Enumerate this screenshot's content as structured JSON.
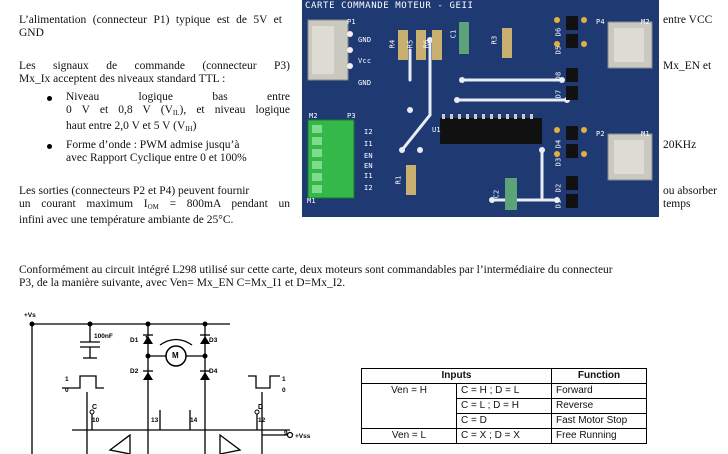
{
  "left_text": {
    "p1": "L’alimentation (connecteur P1) typique est de 5V et GND",
    "p2_line1": "Les signaux de commande (connecteur P3)",
    "p2_line2": "Mx_Ix acceptent des niveaux standard TTL :",
    "bullet1_a": "Niveau logique bas entre",
    "bullet1_b_pre": "0 V et 0,8 V (V",
    "bullet1_b_sub": "IL",
    "bullet1_b_post": "), et niveau logique",
    "bullet1_c_pre": "haut entre 2,0 V et 5 V (V",
    "bullet1_c_sub": "IH",
    "bullet1_c_post": ")",
    "bullet2_a": "Forme d’onde : PWM admise jusqu’à",
    "bullet2_b": "avec Rapport Cyclique entre 0 et 100%",
    "p3_line1": "Les sorties (connecteurs P2 et P4) peuvent fournir",
    "p3_line2_pre": "un courant maximum I",
    "p3_line2_sub": "OM",
    "p3_line2_post": " = 800mA pendant un",
    "p3_line3": "infini avec une température ambiante de 25°C."
  },
  "right_text": {
    "r1": "entre VCC",
    "r2": "Mx_EN et",
    "r3": "20KHz",
    "r4": "ou absorber",
    "r5": "temps"
  },
  "paragraph": {
    "line1": "Conformément au circuit intégré L298 utilisé sur cette carte, deux moteurs sont commandables par l’intermédiaire du connecteur",
    "line2": "P3, de la manière suivante, avec Ven= Mx_EN C=Mx_I1 et D=Mx_I2."
  },
  "pcb": {
    "title": "CARTE COMMANDE MOTEUR - GEII",
    "labels": {
      "p1": "P1",
      "gnd1": "GND",
      "vcc": "Vcc",
      "gnd2": "GND",
      "r4": "R4",
      "r5": "R5",
      "r6": "R6",
      "c1": "C1",
      "r3": "R3",
      "d6": "D6",
      "d5": "D5",
      "d8": "D8",
      "d7": "D7",
      "p4": "P4",
      "m2a": "M2",
      "m2b": "M2",
      "p3": "P3",
      "i2a": "I2",
      "i1a": "I1",
      "en1": "EN",
      "en2": "EN",
      "i1b": "I1",
      "i2b": "I2",
      "m1a": "M1",
      "u1": "U1",
      "r1": "R1",
      "c2": "C2",
      "d4": "D4",
      "d3": "D3",
      "d2": "D2",
      "d1": "D1",
      "p2": "P2",
      "m1b": "M1"
    }
  },
  "schematic": {
    "vs": "+Vs",
    "cap": "100nF",
    "d1": "D1",
    "d2": "D2",
    "d3": "D3",
    "d4": "D4",
    "motor": "M",
    "c_label": "C",
    "c_pin": "10",
    "pin13": "13",
    "pin14": "14",
    "d_label": "D",
    "d_pin": "12",
    "vss_pin": "9",
    "vss": "+Vss",
    "in_left_1": "1",
    "in_left_0": "0",
    "in_right_1": "1",
    "in_right_0": "0"
  },
  "table": {
    "head_inputs": "Inputs",
    "head_function": "Function",
    "rows": [
      {
        "ven": "Ven = H",
        "cd": "C = H ; D = L",
        "fn": "Forward"
      },
      {
        "ven": "",
        "cd": "C = L ; D = H",
        "fn": "Reverse"
      },
      {
        "ven": "",
        "cd": "C = D",
        "fn": "Fast Motor Stop"
      },
      {
        "ven": "Ven = L",
        "cd": "C = X ; D = X",
        "fn": "Free Running"
      }
    ]
  },
  "colors": {
    "pcb_blue": "#1f3a73",
    "connector_gray": "#c9c9c0",
    "connector_green": "#35b84a",
    "capacitor_green": "#5da37a",
    "chip_black": "#111111"
  }
}
